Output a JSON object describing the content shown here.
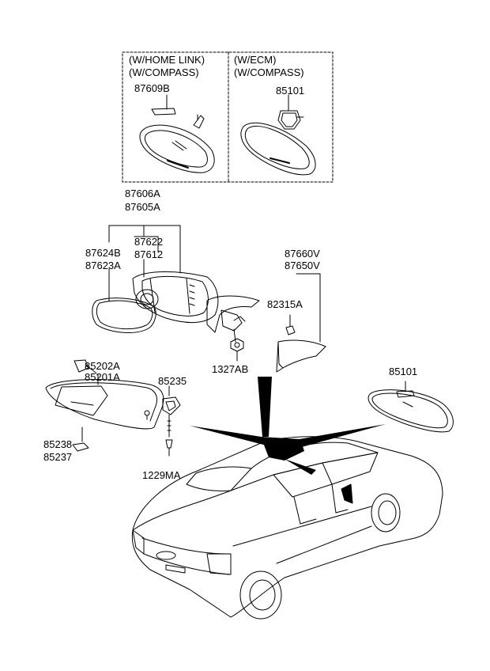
{
  "option_box": {
    "left_header": [
      "(W/HOME LINK)",
      "(W/COMPASS)"
    ],
    "left_part": "87609B",
    "right_header": [
      "(W/ECM)",
      "(W/COMPASS)"
    ],
    "right_part": "85101"
  },
  "outside_mirror": {
    "assembly_codes": [
      "87606A",
      "87605A"
    ],
    "glass_codes": [
      "87624B",
      "87623A"
    ],
    "housing_codes": [
      "87622",
      "87612"
    ],
    "nut_code": "1327AB"
  },
  "garnish": {
    "codes": [
      "87660V",
      "87650V"
    ],
    "clip_code": "82315A"
  },
  "sunvisor": {
    "codes": [
      "85202A",
      "85201A"
    ],
    "retainer_code": "85235",
    "screw_code": "1229MA",
    "cap_codes": [
      "85238",
      "85237"
    ]
  },
  "inside_mirror": {
    "code": "85101"
  }
}
